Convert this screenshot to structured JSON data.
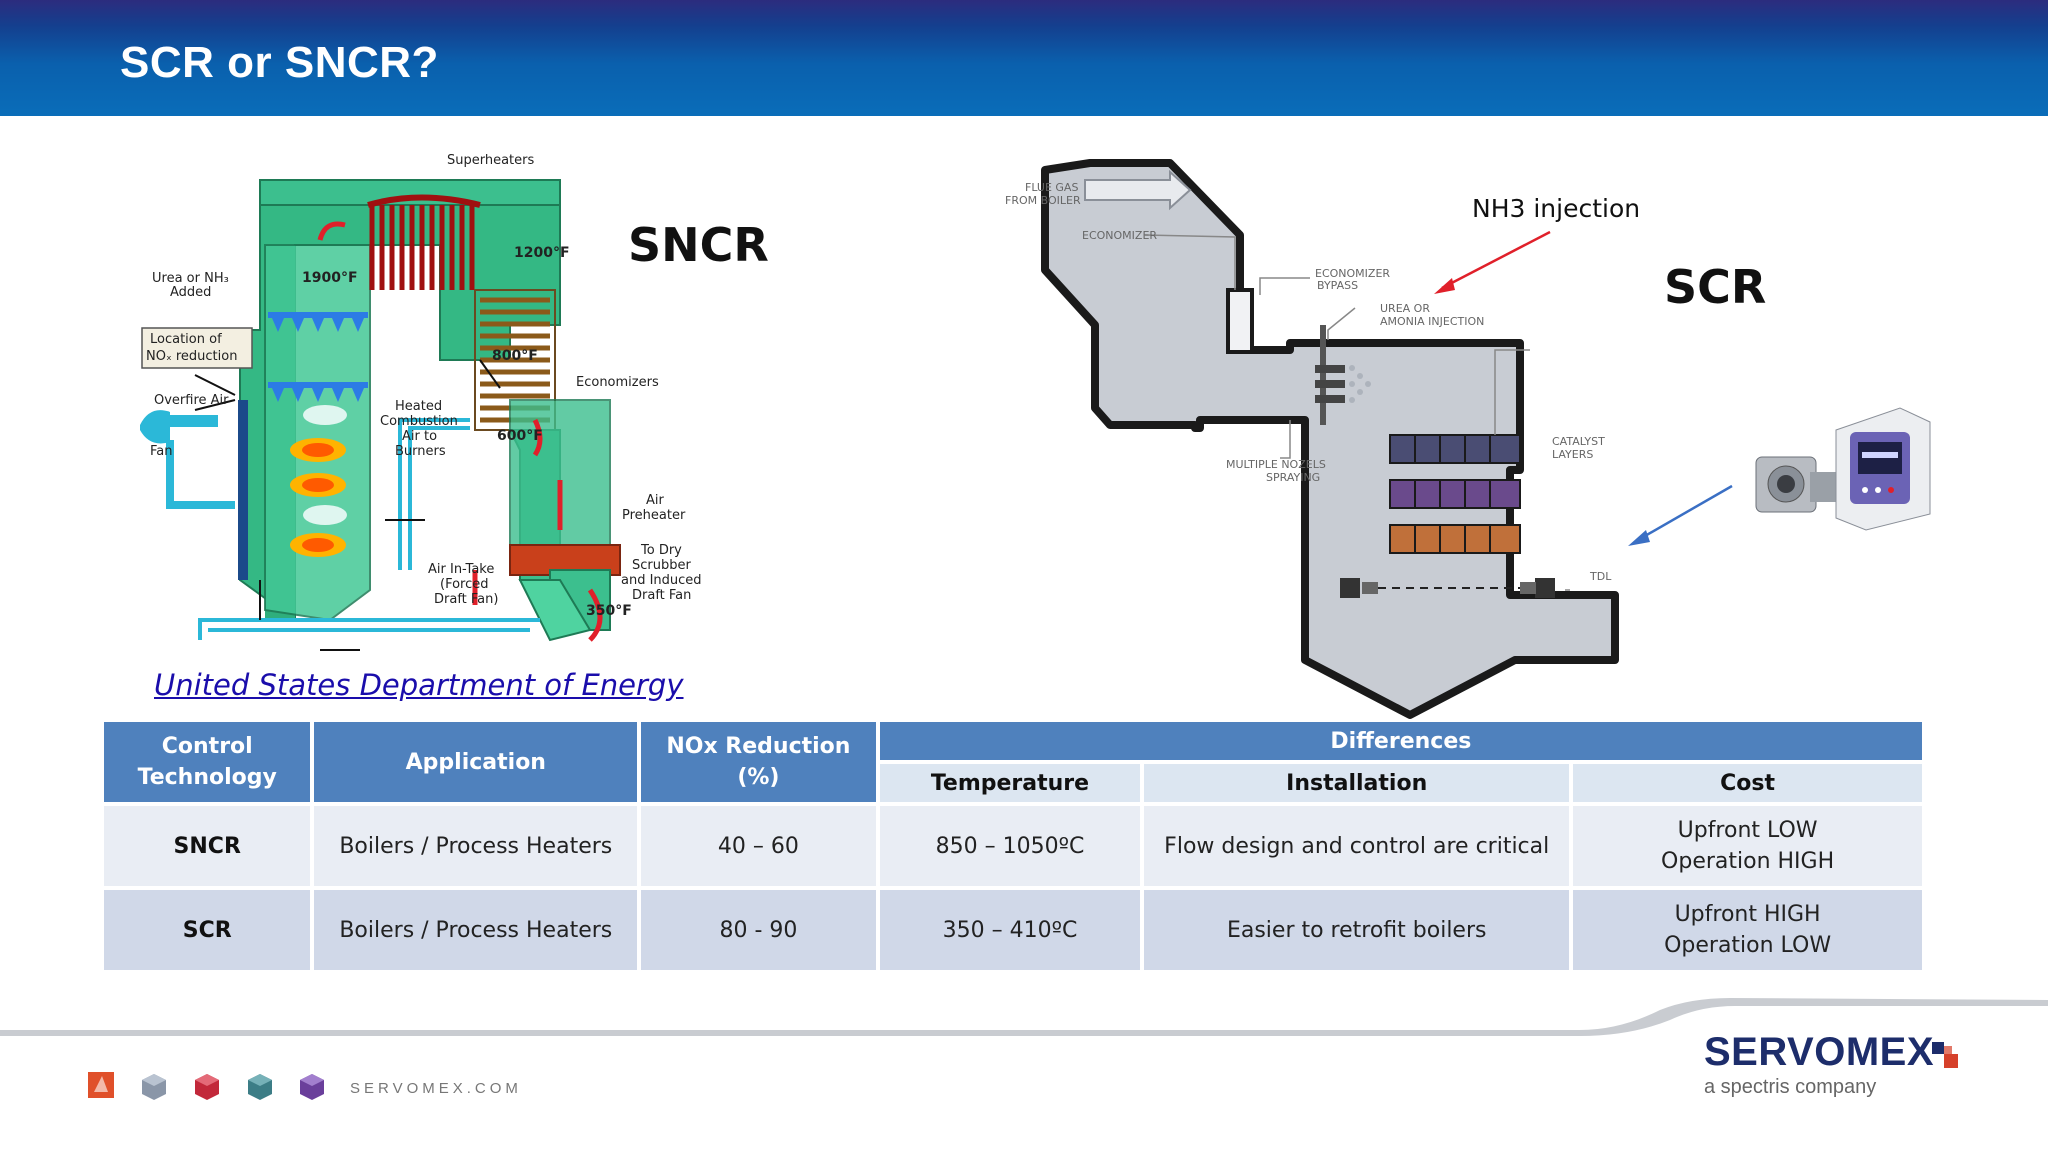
{
  "slide": {
    "title": "SCR or SNCR?"
  },
  "sncr_diagram": {
    "big_label": "SNCR",
    "labels": {
      "superheaters": "Superheaters",
      "temp_1200": "1200°F",
      "temp_1900": "1900°F",
      "urea_line1": "Urea or NH₃",
      "urea_line2": "Added",
      "location_line1": "Location of",
      "location_line2": "NOₓ reduction",
      "overfire_air": "Overfire Air",
      "fan": "Fan",
      "temp_800": "800°F",
      "economizers": "Economizers",
      "heated_1": "Heated",
      "heated_2": "Combustion",
      "heated_3": "Air to",
      "heated_4": "Burners",
      "temp_600": "600°F",
      "air_1": "Air",
      "air_2": "Preheater",
      "scrub_1": "To Dry",
      "scrub_2": "Scrubber",
      "scrub_3": "and Induced",
      "scrub_4": "Draft Fan",
      "intake_1": "Air In-Take",
      "intake_2": "(Forced",
      "intake_3": "Draft Fan)",
      "temp_350": "350°F"
    },
    "source_link": "United States Department of Energy"
  },
  "scr_diagram": {
    "big_label": "SCR",
    "nh3_label": "NH3 injection",
    "labels": {
      "flue_1": "FLUE GAS",
      "flue_2": "FROM BOILER",
      "economizer": "ECONOMIZER",
      "bypass_1": "ECONOMIZER",
      "bypass_2": "BYPASS",
      "urea_1": "UREA OR",
      "urea_2": "AMONIA INJECTION",
      "catalyst_1": "CATALYST",
      "catalyst_2": "LAYERS",
      "nozzle_1": "MULTIPLE NOZELS",
      "nozzle_2": "SPRAYING",
      "tdl": "TDL"
    }
  },
  "table": {
    "headers": {
      "control": "Control Technology",
      "application": "Application",
      "nox": "NOx Reduction (%)",
      "differences": "Differences",
      "temperature": "Temperature",
      "installation": "Installation",
      "cost": "Cost"
    },
    "rows": [
      {
        "tech": "SNCR",
        "application": "Boilers / Process Heaters",
        "nox": "40 – 60",
        "temperature": "850 – 1050ºC",
        "installation": "Flow design and control are critical",
        "cost_line1": "Upfront LOW",
        "cost_line2": "Operation HIGH"
      },
      {
        "tech": "SCR",
        "application": "Boilers / Process Heaters",
        "nox": "80 - 90",
        "temperature": "350 – 410ºC",
        "installation": "Easier to retrofit boilers",
        "cost_line1": "Upfront HIGH",
        "cost_line2": "Operation LOW"
      }
    ]
  },
  "footer": {
    "url": "SERVOMEX.COM",
    "brand_name": "SERVOMEX",
    "brand_tagline": "a spectris company"
  },
  "colors": {
    "header_blue": "#0a60ad",
    "table_header": "#4f81bd",
    "row_light": "#e9edf4",
    "row_dark": "#d0d8e8",
    "boiler_green": "#3cbf8e",
    "arrow_red": "#e0202a",
    "arrow_blue": "#3a6fc4"
  }
}
